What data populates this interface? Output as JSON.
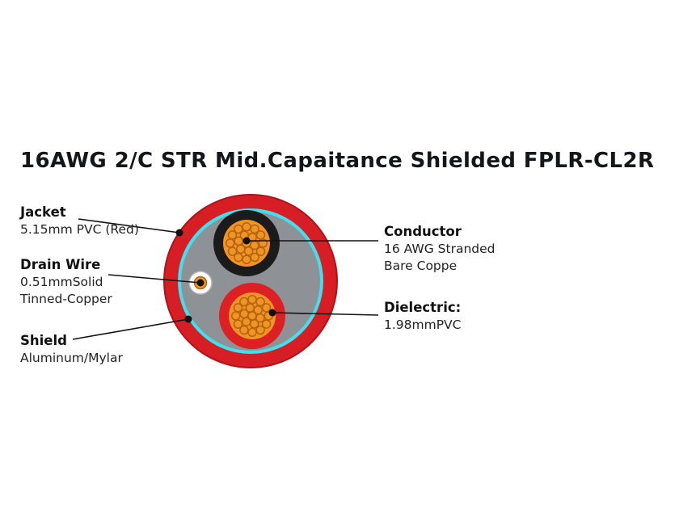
{
  "title": "16AWG 2/C STR Mid.Capaitance Shielded FPLR-CL2R",
  "labels": {
    "jacket": {
      "heading": "Jacket",
      "lines": [
        "5.15mm PVC (Red)"
      ]
    },
    "drain_wire": {
      "heading": "Drain Wire",
      "lines": [
        "0.51mmSolid",
        "Tinned-Copper"
      ]
    },
    "shield": {
      "heading": "Shield",
      "lines": [
        "Aluminum/Mylar"
      ]
    },
    "conductor": {
      "heading": "Conductor",
      "lines": [
        "16 AWG Stranded",
        "Bare Coppe"
      ]
    },
    "dielectric": {
      "heading": "Dielectric:",
      "lines": [
        "1.98mmPVC"
      ]
    }
  },
  "colors": {
    "jacket_red": "#d61e24",
    "jacket_edge": "#b01318",
    "shield_cyan": "#3fe1ef",
    "filler_gray": "#8e9296",
    "insulation_black": "#1b1b1b",
    "insulation_red": "#dc2023",
    "copper": "#f09426",
    "copper_stroke": "#b26310",
    "drain_ring": "#ffffff",
    "drain_ring_edge": "#b5b5b5",
    "leader": "#111111"
  }
}
